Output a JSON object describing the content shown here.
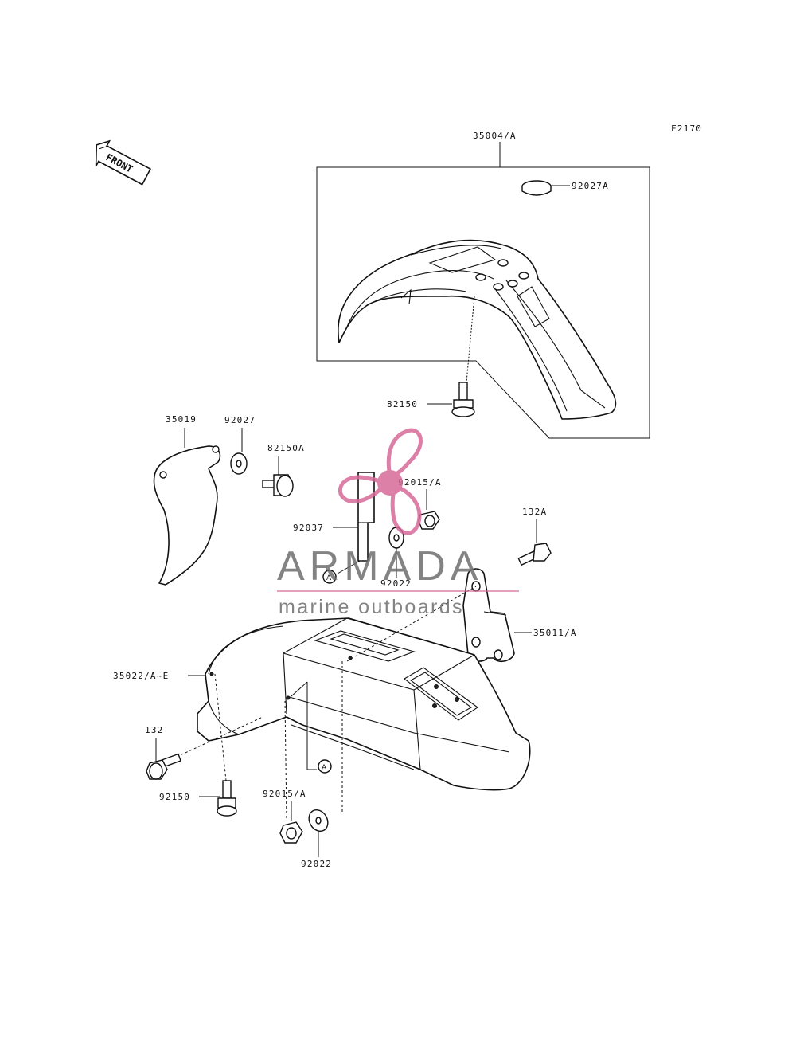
{
  "figure_code": "F2170",
  "front_arrow_label": "FRONT",
  "callouts": {
    "front_fender_assembly": "35004/A",
    "cap_92027A": "92027A",
    "bolt_82150": "82150",
    "guard_35019": "35019",
    "washer_92027": "92027",
    "bolt_82150A": "82150A",
    "nut_92015A_upper": "92015/A",
    "strap_92037": "92037",
    "washer_92022_upper": "92022",
    "bolt_132A": "132A",
    "bracket_35011A": "35011/A",
    "rear_fender_35022": "35022/A~E",
    "bolt_132": "132",
    "bolt_92150": "92150",
    "nut_92015A_lower": "92015/A",
    "washer_92022_lower": "92022"
  },
  "ref_marker": "A",
  "watermark": {
    "brand": "ARMADA",
    "tagline": "marine outboards",
    "brand_color": "#6e6e6e",
    "accent_color": "#d86a9a"
  }
}
